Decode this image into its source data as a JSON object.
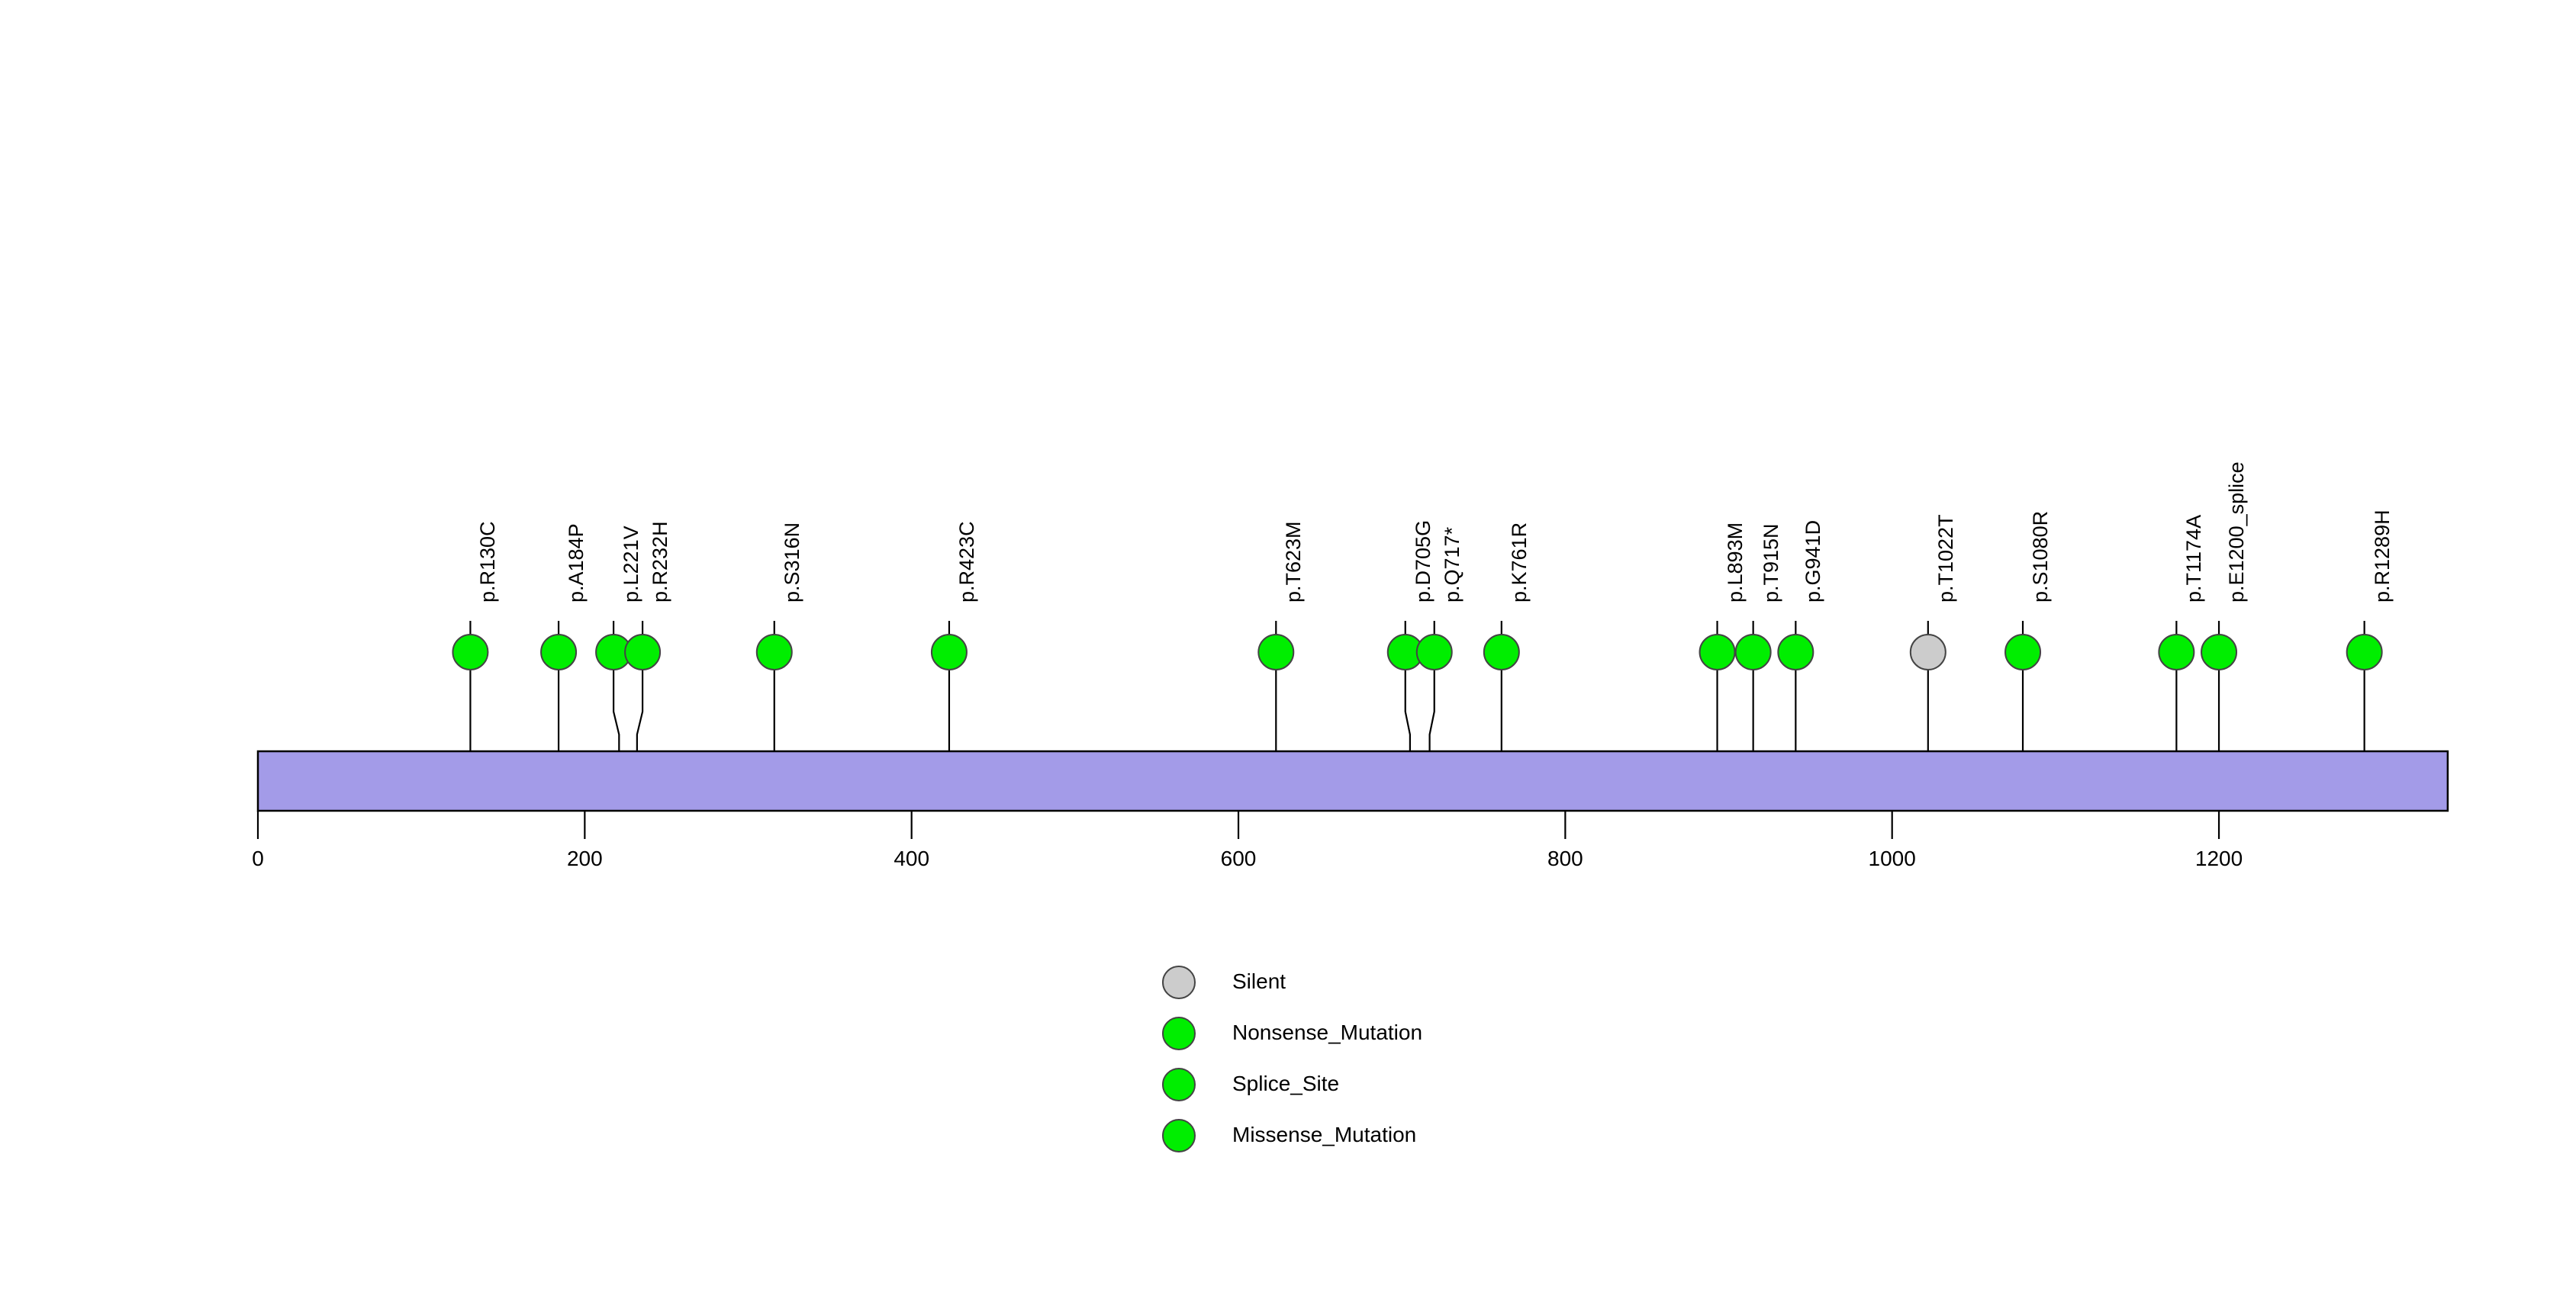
{
  "chart_data": {
    "type": "lollipop",
    "title": "",
    "xlabel": "",
    "ylabel": "",
    "xlim": [
      0,
      1340
    ],
    "axis_ticks": [
      0,
      200,
      400,
      600,
      800,
      1000,
      1200
    ],
    "axis_tick_labels": [
      "0",
      "200",
      "400",
      "600",
      "800",
      "1000",
      "1200"
    ],
    "protein_length": 1340,
    "protein_bar_color": "#A39BE8",
    "protein_bar_border": "#000000",
    "grid": false,
    "legend_position": "bottom-center",
    "categories": [
      "p.R130C",
      "p.A184P",
      "p.L221V",
      "p.R232H",
      "p.S316N",
      "p.R423C",
      "p.T623M",
      "p.D705G",
      "p.Q717*",
      "p.K761R",
      "p.L893M",
      "p.T915N",
      "p.G941D",
      "p.T1022T",
      "p.S1080R",
      "p.T1174A",
      "p.E1200_splice",
      "p.R1289H"
    ],
    "mutations": [
      {
        "label": "p.R130C",
        "position": 130,
        "count": 1,
        "type": "Missense_Mutation",
        "color": "#00EE00"
      },
      {
        "label": "p.A184P",
        "position": 184,
        "count": 1,
        "type": "Missense_Mutation",
        "color": "#00EE00"
      },
      {
        "label": "p.L221V",
        "position": 221,
        "count": 1,
        "type": "Missense_Mutation",
        "color": "#00EE00"
      },
      {
        "label": "p.R232H",
        "position": 232,
        "count": 1,
        "type": "Missense_Mutation",
        "color": "#00EE00"
      },
      {
        "label": "p.S316N",
        "position": 316,
        "count": 1,
        "type": "Missense_Mutation",
        "color": "#00EE00"
      },
      {
        "label": "p.R423C",
        "position": 423,
        "count": 1,
        "type": "Missense_Mutation",
        "color": "#00EE00"
      },
      {
        "label": "p.T623M",
        "position": 623,
        "count": 1,
        "type": "Missense_Mutation",
        "color": "#00EE00"
      },
      {
        "label": "p.D705G",
        "position": 705,
        "count": 1,
        "type": "Missense_Mutation",
        "color": "#00EE00"
      },
      {
        "label": "p.Q717*",
        "position": 717,
        "count": 1,
        "type": "Nonsense_Mutation",
        "color": "#00EE00"
      },
      {
        "label": "p.K761R",
        "position": 761,
        "count": 1,
        "type": "Missense_Mutation",
        "color": "#00EE00"
      },
      {
        "label": "p.L893M",
        "position": 893,
        "count": 1,
        "type": "Missense_Mutation",
        "color": "#00EE00"
      },
      {
        "label": "p.T915N",
        "position": 915,
        "count": 1,
        "type": "Missense_Mutation",
        "color": "#00EE00"
      },
      {
        "label": "p.G941D",
        "position": 941,
        "count": 1,
        "type": "Missense_Mutation",
        "color": "#00EE00"
      },
      {
        "label": "p.T1022T",
        "position": 1022,
        "count": 1,
        "type": "Silent",
        "color": "#CCCCCC"
      },
      {
        "label": "p.S1080R",
        "position": 1080,
        "count": 1,
        "type": "Missense_Mutation",
        "color": "#00EE00"
      },
      {
        "label": "p.T1174A",
        "position": 1174,
        "count": 1,
        "type": "Missense_Mutation",
        "color": "#00EE00"
      },
      {
        "label": "p.E1200_splice",
        "position": 1200,
        "count": 1,
        "type": "Splice_Site",
        "color": "#00EE00"
      },
      {
        "label": "p.R1289H",
        "position": 1289,
        "count": 1,
        "type": "Missense_Mutation",
        "color": "#00EE00"
      }
    ],
    "legend": {
      "entries": [
        {
          "label": "Silent",
          "color": "#CCCCCC"
        },
        {
          "label": "Nonsense_Mutation",
          "color": "#00EE00"
        },
        {
          "label": "Splice_Site",
          "color": "#00EE00"
        },
        {
          "label": "Missense_Mutation",
          "color": "#00EE00"
        }
      ]
    }
  }
}
